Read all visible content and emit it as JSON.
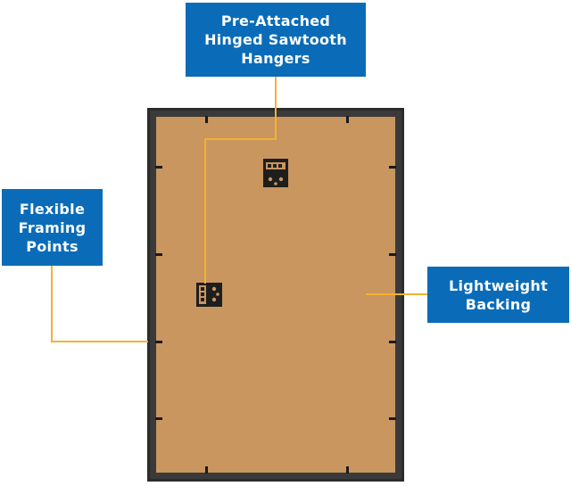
{
  "callouts": {
    "hangers": {
      "lines": [
        "Pre-Attached",
        "Hinged Sawtooth",
        "Hangers"
      ]
    },
    "points": {
      "lines": [
        "Flexible",
        "Framing",
        "Points"
      ]
    },
    "backing": {
      "lines": [
        "Lightweight",
        "Backing"
      ]
    }
  },
  "colors": {
    "callout_bg": "#0a6cb8",
    "callout_text": "#ffffff",
    "leader_line": "#f2b233",
    "frame": "#2b2b2b",
    "backing": "#c8965e"
  }
}
